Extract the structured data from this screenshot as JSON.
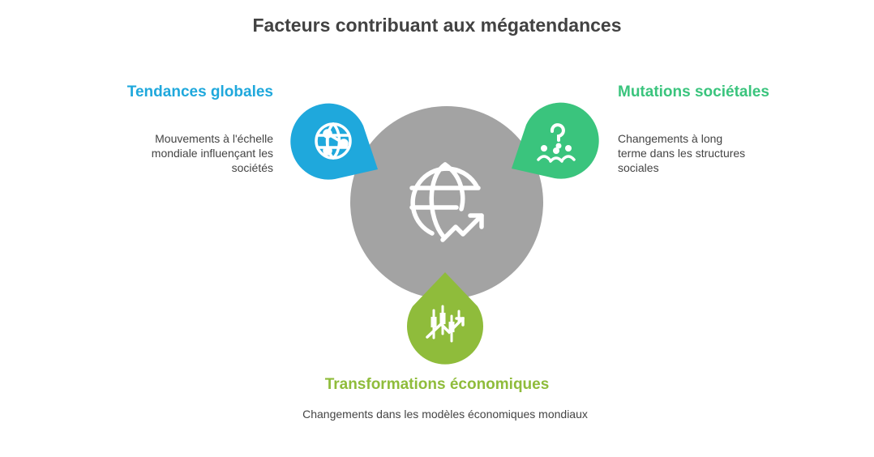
{
  "title": "Facteurs contribuant aux mégatendances",
  "colors": {
    "center": "#a3a3a3",
    "global": "#1fa8dc",
    "social": "#3ac47d",
    "economic": "#8fbc3b",
    "icon": "#ffffff",
    "title": "#424242",
    "text": "#444444"
  },
  "center": {
    "icon": "globe-trend-icon"
  },
  "factors": {
    "global": {
      "title": "Tendances globales",
      "description": "Mouvements à l'échelle mondiale influençant les sociétés",
      "icon": "network-globe-icon"
    },
    "social": {
      "title": "Mutations sociétales",
      "description": "Changements à long terme dans les structures sociales",
      "icon": "people-question-icon"
    },
    "economic": {
      "title": "Transformations économiques",
      "description": "Changements dans les modèles économiques mondiaux",
      "icon": "market-chart-icon"
    }
  }
}
